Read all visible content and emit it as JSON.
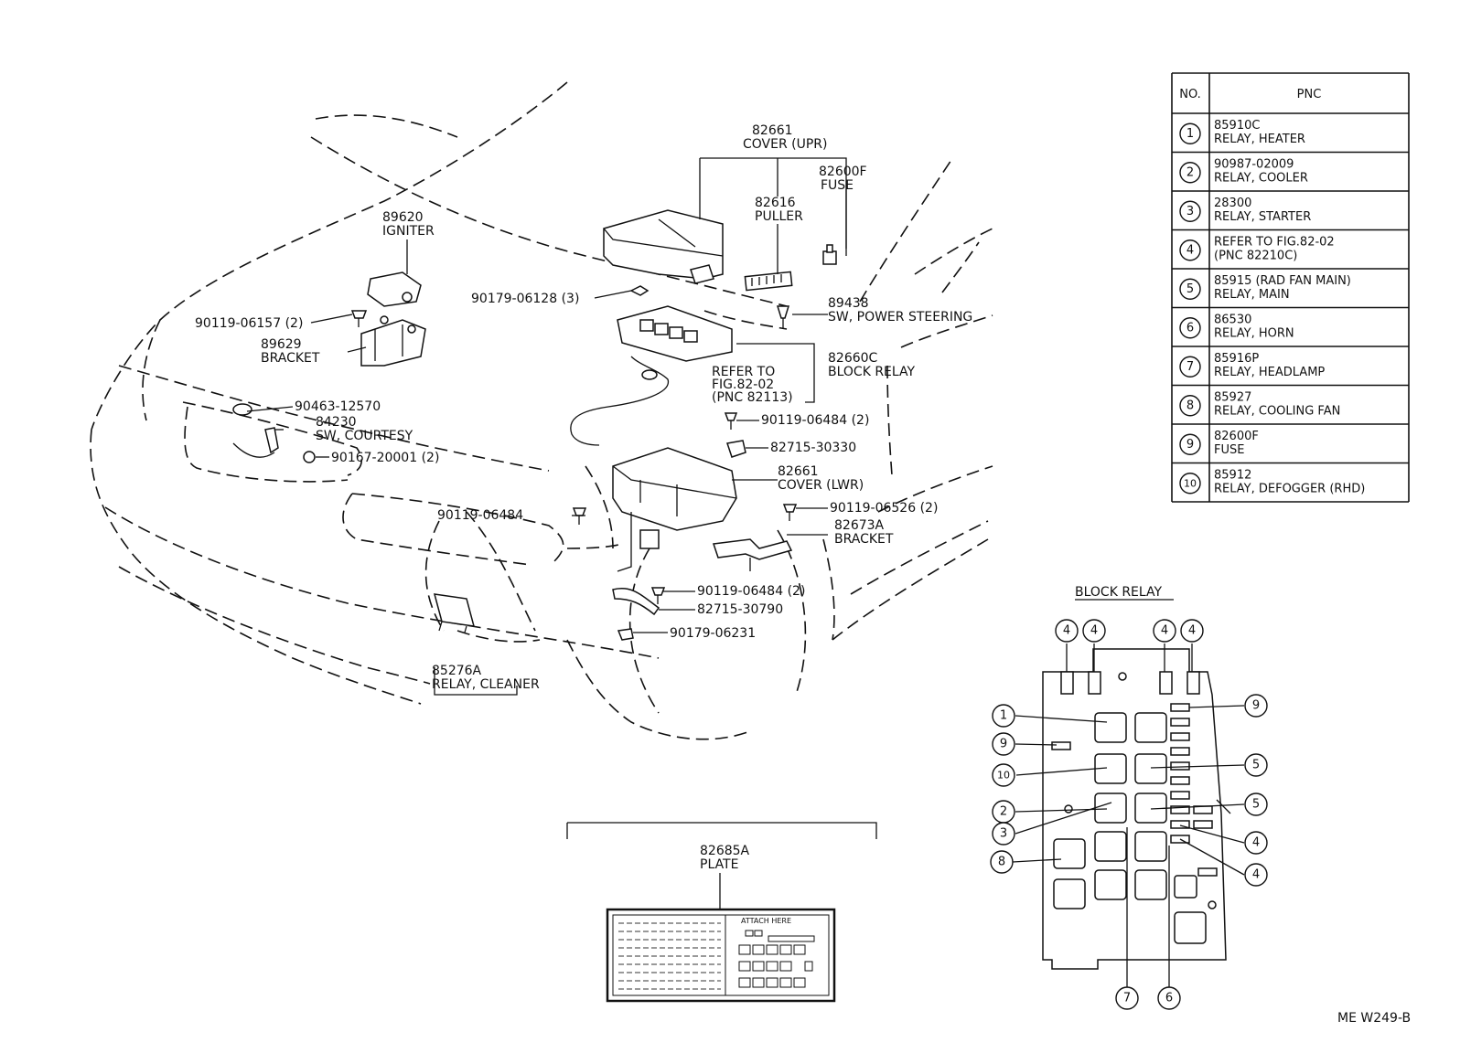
{
  "parts": {
    "cover_upr": {
      "pnc": "82661",
      "name": "COVER (UPR)"
    },
    "fuse_top": {
      "pnc": "82600F",
      "name": "FUSE"
    },
    "puller": {
      "pnc": "82616",
      "name": "PULLER"
    },
    "igniter": {
      "pnc": "89620",
      "name": "IGNITER"
    },
    "bolt_igniter": {
      "text": "90119-06157 (2)"
    },
    "bracket_igniter": {
      "pnc": "89629",
      "name": "BRACKET"
    },
    "clip_top": {
      "text": "90179-06128 (3)"
    },
    "sw_power_steering": {
      "pnc": "89438",
      "name": "SW, POWER STEERING"
    },
    "block_relay": {
      "pnc": "82660C",
      "name": "BLOCK RELAY"
    },
    "refer_fig": {
      "line1": "REFER TO",
      "line2": "FIG.82-02",
      "line3": "(PNC 82113)"
    },
    "clamp": {
      "text": "90463-12570"
    },
    "sw_courtesy": {
      "pnc": "84230",
      "name": "SW, COURTESY"
    },
    "screw_courtesy": {
      "text": "90167-20001 (2)"
    },
    "bolt_mid": {
      "text": "90119-06484 (2)"
    },
    "clamp_mid": {
      "text": "82715-30330"
    },
    "cover_lwr": {
      "pnc": "82661",
      "name": "COVER (LWR)"
    },
    "bolt_left": {
      "text": "90119-06484"
    },
    "bolt_right": {
      "text": "90119-06526 (2)"
    },
    "bracket_lwr": {
      "pnc": "82673A",
      "name": "BRACKET"
    },
    "bolt_lower": {
      "text": "90119-06484 (2)"
    },
    "clamp_lower": {
      "text": "82715-30790"
    },
    "clip_lower": {
      "text": "90179-06231"
    },
    "relay_cleaner": {
      "pnc": "85276A",
      "name": "RELAY, CLEANER"
    },
    "plate": {
      "pnc": "82685A",
      "name": "PLATE",
      "attach": "ATTACH HERE"
    }
  },
  "table": {
    "header_no": "NO.",
    "header_pnc": "PNC",
    "rows": [
      {
        "no": "1",
        "pnc": "85910C",
        "desc": "RELAY, HEATER"
      },
      {
        "no": "2",
        "pnc": "90987-02009",
        "desc": "RELAY, COOLER"
      },
      {
        "no": "3",
        "pnc": "28300",
        "desc": "RELAY, STARTER"
      },
      {
        "no": "4",
        "pnc": "REFER TO FIG.82-02",
        "desc": "(PNC 82210C)"
      },
      {
        "no": "5",
        "pnc": "85915 (RAD FAN MAIN)",
        "desc": "RELAY, MAIN"
      },
      {
        "no": "6",
        "pnc": "86530",
        "desc": "RELAY, HORN"
      },
      {
        "no": "7",
        "pnc": "85916P",
        "desc": "RELAY, HEADLAMP"
      },
      {
        "no": "8",
        "pnc": "85927",
        "desc": "RELAY, COOLING FAN"
      },
      {
        "no": "9",
        "pnc": "82600F",
        "desc": "FUSE"
      },
      {
        "no": "10",
        "pnc": "85912",
        "desc": "RELAY, DEFOGGER  (RHD)"
      }
    ]
  },
  "block_relay_title": "BLOCK RELAY",
  "callouts": {
    "top": [
      "4",
      "4",
      "4",
      "4"
    ],
    "left": [
      "1",
      "9",
      "10",
      "2",
      "3",
      "8"
    ],
    "right": [
      "9",
      "5",
      "5",
      "4",
      "4"
    ],
    "bottom": [
      "7",
      "6"
    ]
  },
  "figure_code": "ME W249-B"
}
